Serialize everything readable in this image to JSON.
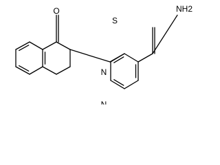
{
  "molecule": {
    "atoms": [
      {
        "id": "s1",
        "label": "S"
      },
      {
        "id": "n_amide",
        "label": "NH2"
      },
      {
        "id": "o1",
        "label": "O"
      },
      {
        "id": "n2",
        "label": "N"
      },
      {
        "id": "n3",
        "label": "N"
      }
    ]
  },
  "colors": {
    "bond": "#000000",
    "background": "#ffffff"
  }
}
